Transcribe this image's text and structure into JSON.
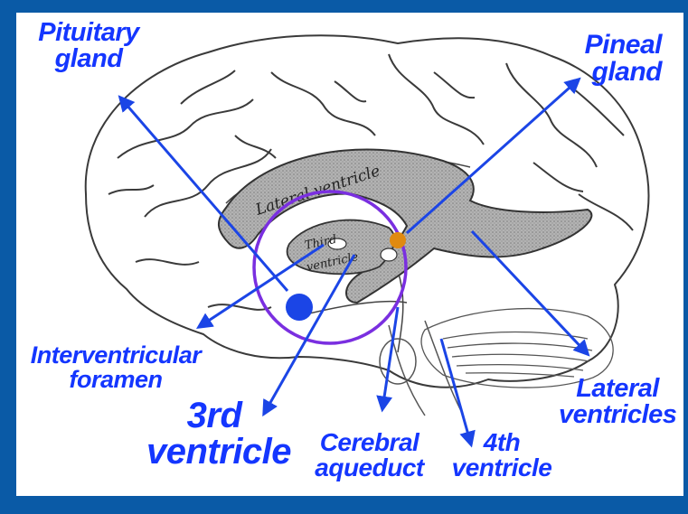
{
  "colors": {
    "background_frame": "#0a5aa6",
    "label_blue": "#1436ff",
    "arrow_blue": "#1b45e6",
    "circle_purple": "#7a2fe0",
    "pineal_dot": "#e08a10",
    "ventricle_fill": "#9a9a9a"
  },
  "labels": {
    "pituitary": [
      "Pituitary",
      "gland"
    ],
    "pineal": [
      "Pineal",
      "gland"
    ],
    "interventricular": [
      "Interventricular",
      "foramen"
    ],
    "third_ventricle": [
      "3rd",
      "ventricle"
    ],
    "cerebral_aqueduct": [
      "Cerebral",
      "aqueduct"
    ],
    "fourth_ventricle": [
      "4th",
      "ventricle"
    ],
    "lateral_ventricles": [
      "Lateral",
      "ventricles"
    ]
  },
  "drawing_text": {
    "lateral_ventricle": "Lateral ventricle",
    "third_ventricle": [
      "Third",
      "ventricle"
    ]
  }
}
